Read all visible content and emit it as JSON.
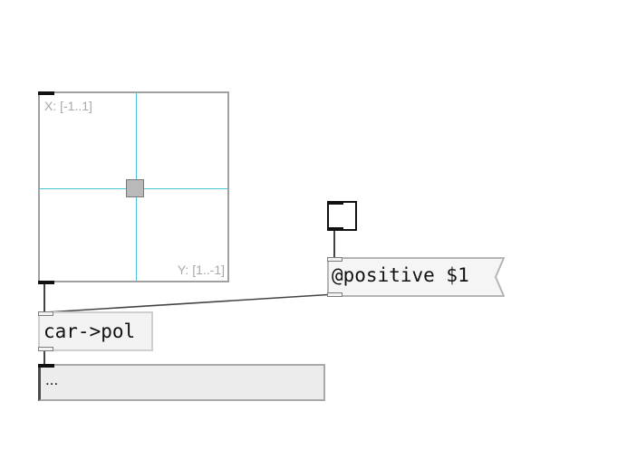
{
  "slider": {
    "x_range_label": "X: [-1..1]",
    "y_range_label": "Y: [1..-1]",
    "x_value": 0,
    "y_value": 0,
    "crosshair_color": "#4fc3d6"
  },
  "toggle": {
    "state": "off"
  },
  "message_box": {
    "text": "@positive $1"
  },
  "object_box": {
    "text": "car->pol"
  },
  "output_display": {
    "text": "..."
  }
}
